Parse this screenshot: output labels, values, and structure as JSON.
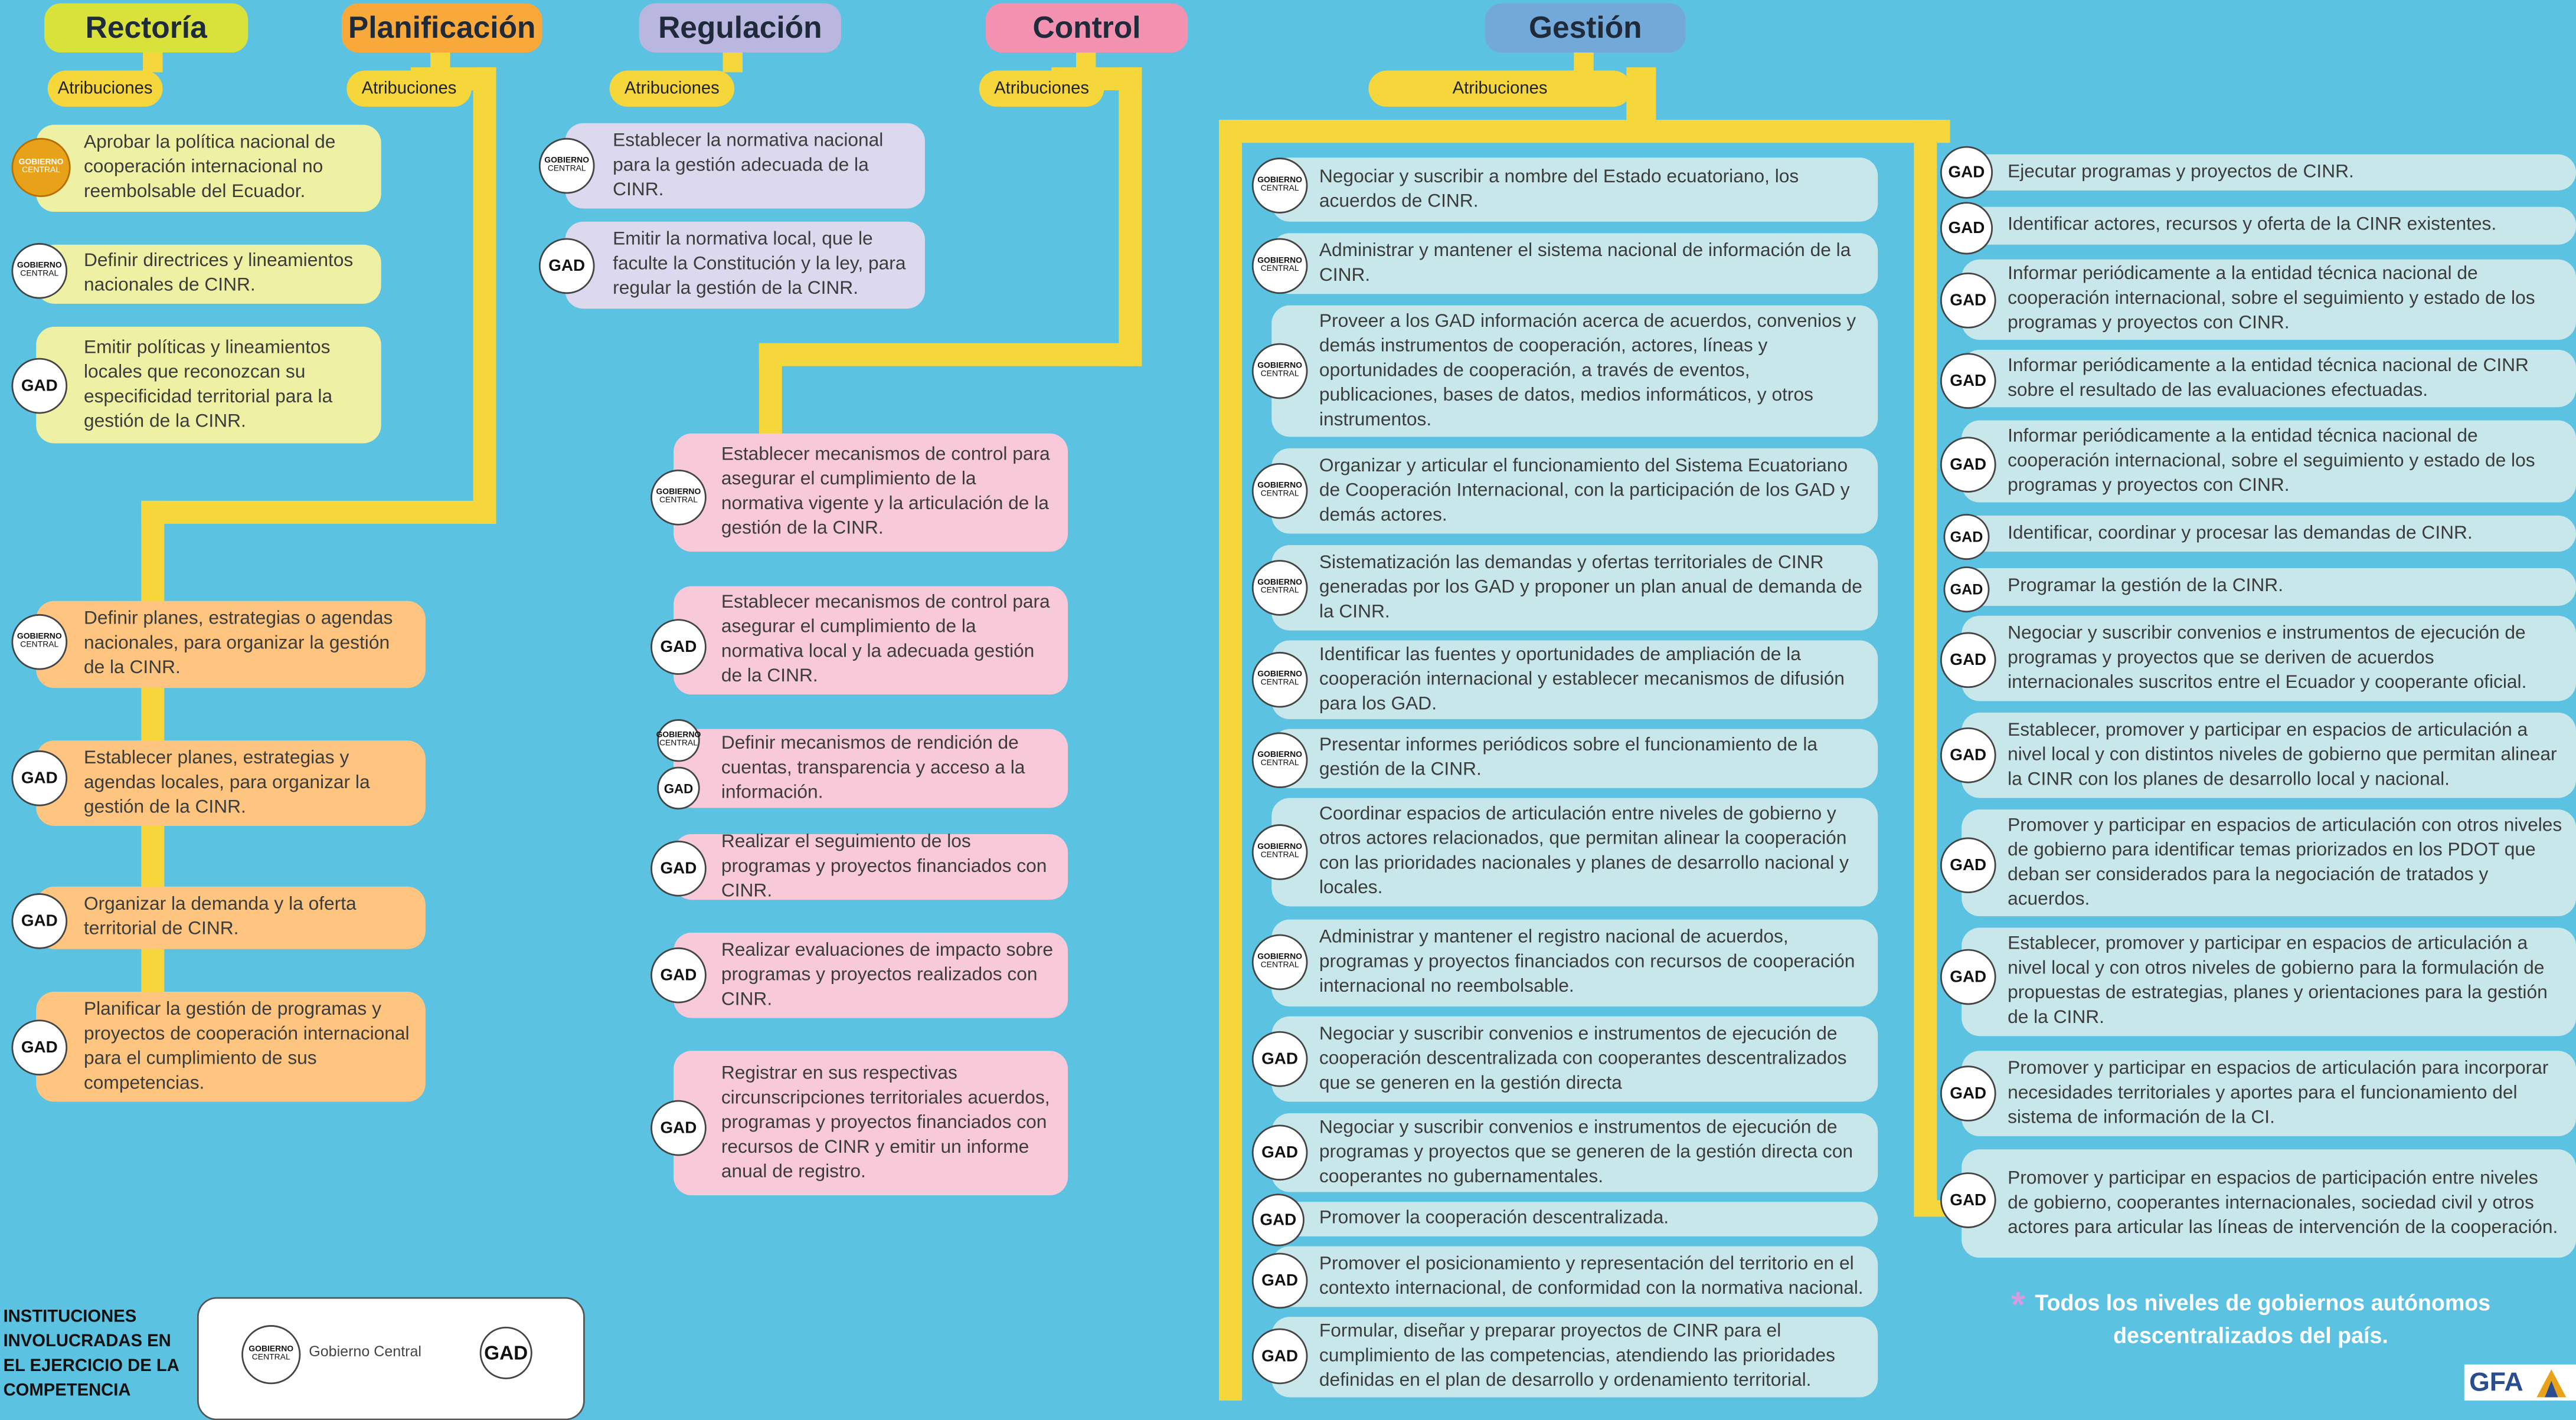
{
  "columns": {
    "rectoria": {
      "title": "Rectoría",
      "atribuciones": "Atribuciones"
    },
    "planificacion": {
      "title": "Planificación",
      "atribuciones": "Atribuciones"
    },
    "regulacion": {
      "title": "Regulación",
      "atribuciones": "Atribuciones"
    },
    "control": {
      "title": "Control",
      "atribuciones": "Atribuciones"
    },
    "gestion": {
      "title": "Gestión",
      "atribuciones": "Atribuciones"
    }
  },
  "badges": {
    "gad": "GAD",
    "gob_top": "GOBIERNO",
    "gob_bottom": "CENTRAL"
  },
  "rectoria_items": [
    {
      "actor": "Gobierno Central",
      "text": "Aprobar la política nacional de cooperación internacional no reembolsable del Ecuador."
    },
    {
      "actor": "Gobierno Central",
      "text": "Definir directrices y lineamientos nacionales de CINR."
    },
    {
      "actor": "GAD",
      "text": "Emitir políticas y lineamientos locales que reconozcan su especificidad territorial para la gestión de la CINR."
    }
  ],
  "planificacion_items": [
    {
      "actor": "Gobierno Central",
      "text": "Definir planes, estrategias o agendas nacionales, para organizar la gestión de la CINR."
    },
    {
      "actor": "GAD",
      "text": "Establecer planes, estrategias y agendas locales, para organizar la gestión de la CINR."
    },
    {
      "actor": "GAD",
      "text": "Organizar la demanda y la oferta territorial de CINR."
    },
    {
      "actor": "GAD",
      "text": "Planificar la gestión de programas y proyectos de cooperación internacional para el cumplimiento de sus competencias."
    }
  ],
  "regulacion_items": [
    {
      "actor": "Gobierno Central",
      "text": "Establecer la normativa nacional para la gestión adecuada de la CINR."
    },
    {
      "actor": "GAD",
      "text": "Emitir la normativa local, que le faculte la Constitución y la ley, para regular la gestión de la CINR."
    }
  ],
  "control_items": [
    {
      "actor": "Gobierno Central",
      "text": "Establecer mecanismos de control para asegurar el cumplimiento de la normativa vigente y la articulación de la gestión de la CINR."
    },
    {
      "actor": "GAD",
      "text": "Establecer mecanismos de control para asegurar el cumplimiento de la normativa local  y la adecuada gestión de la CINR."
    },
    {
      "actor": "Gobierno Central y GAD",
      "text": "Definir mecanismos de rendición de cuentas, transparencia y acceso a la información."
    },
    {
      "actor": "GAD",
      "text": "Realizar el seguimiento de los programas y proyectos financiados con CINR."
    },
    {
      "actor": "GAD",
      "text": "Realizar evaluaciones de impacto sobre programas y proyectos realizados con CINR."
    },
    {
      "actor": "GAD",
      "text": "Registrar en sus respectivas circunscripciones territoriales acuerdos, programas y proyectos financiados con recursos de CINR y emitir un informe anual de registro."
    }
  ],
  "gestion_left_items": [
    {
      "actor": "Gobierno Central",
      "text": "Negociar y suscribir a nombre del Estado ecuatoriano, los acuerdos de CINR."
    },
    {
      "actor": "Gobierno Central",
      "text": "Administrar y mantener el sistema nacional de información de la CINR."
    },
    {
      "actor": "Gobierno Central",
      "text": "Proveer a los GAD información acerca de acuerdos, convenios y demás instrumentos de cooperación, actores, líneas y oportunidades de cooperación, a través de eventos, publicaciones, bases de datos, medios informáticos, y otros instrumentos."
    },
    {
      "actor": "Gobierno Central",
      "text": "Organizar y articular el funcionamiento del Sistema Ecuatoriano de Cooperación Internacional, con la participación de los GAD y demás actores."
    },
    {
      "actor": "Gobierno Central",
      "text": "Sistematización las demandas y ofertas territoriales de CINR generadas por los GAD y proponer un plan anual de demanda de la CINR."
    },
    {
      "actor": "Gobierno Central",
      "text": "Identificar las fuentes y oportunidades de ampliación de la cooperación internacional y establecer mecanismos de difusión para los GAD."
    },
    {
      "actor": "Gobierno Central",
      "text": "Presentar informes periódicos sobre el funcionamiento de la gestión de la CINR."
    },
    {
      "actor": "Gobierno Central",
      "text": "Coordinar espacios de articulación entre niveles de gobierno y otros actores relacionados, que permitan alinear la cooperación con las prioridades nacionales y planes de desarrollo nacional y locales."
    },
    {
      "actor": "Gobierno Central",
      "text": "Administrar y mantener el registro nacional de acuerdos, programas y proyectos financiados con recursos de cooperación internacional no reembolsable."
    },
    {
      "actor": "GAD",
      "text": "Negociar y suscribir convenios e instrumentos de ejecución de cooperación descentralizada con cooperantes descentralizados que se generen en la gestión directa"
    },
    {
      "actor": "GAD",
      "text": "Negociar y suscribir convenios e instrumentos de ejecución de programas y proyectos que se generen de la gestión directa con cooperantes no gubernamentales."
    },
    {
      "actor": "GAD",
      "text": "Promover la cooperación descentralizada."
    },
    {
      "actor": "GAD",
      "text": "Promover el posicionamiento y representación del territorio en el contexto internacional, de conformidad con la normativa nacional."
    },
    {
      "actor": "GAD",
      "text": "Formular, diseñar y preparar proyectos de CINR para el cumplimiento de las competencias, atendiendo las prioridades definidas en el plan de desarrollo y ordenamiento territorial."
    }
  ],
  "gestion_right_items": [
    {
      "actor": "GAD",
      "text": "Ejecutar programas y proyectos de CINR."
    },
    {
      "actor": "GAD",
      "text": "Identificar actores, recursos y oferta de la CINR existentes."
    },
    {
      "actor": "GAD",
      "text": "Informar periódicamente a la entidad técnica nacional de cooperación internacional, sobre el seguimiento y estado de los programas y proyectos con CINR."
    },
    {
      "actor": "GAD",
      "text": "Informar periódicamente a la entidad técnica nacional de CINR sobre el resultado de las evaluaciones efectuadas."
    },
    {
      "actor": "GAD",
      "text": "Informar periódicamente a la entidad técnica nacional de cooperación internacional, sobre el seguimiento y estado de los programas y proyectos con CINR."
    },
    {
      "actor": "GAD",
      "text": "Identificar, coordinar y procesar las demandas de CINR."
    },
    {
      "actor": "GAD",
      "text": "Programar la gestión de la CINR."
    },
    {
      "actor": "GAD",
      "text": "Negociar y suscribir convenios e instrumentos de ejecución de programas y proyectos que se deriven de acuerdos internacionales suscritos entre el Ecuador y cooperante oficial."
    },
    {
      "actor": "GAD",
      "text": "Establecer, promover y participar en espacios de articulación a nivel local y con distintos niveles de gobierno que permitan alinear la CINR con los planes de desarrollo local y nacional."
    },
    {
      "actor": "GAD",
      "text": "Promover y participar en espacios de articulación con otros niveles de gobierno para identificar temas priorizados en los PDOT que deban ser considerados para la negociación de tratados y acuerdos."
    },
    {
      "actor": "GAD",
      "text": "Establecer, promover y participar en espacios de articulación a nivel local y con otros niveles de gobierno para la formulación de propuestas de estrategias, planes y orientaciones para la gestión de la CINR."
    },
    {
      "actor": "GAD",
      "text": "Promover y participar en espacios de articulación para incorporar necesidades territoriales y aportes para el funcionamiento del sistema de información de la CI."
    },
    {
      "actor": "GAD",
      "text": "Promover y participar en espacios de participación entre niveles de gobierno, cooperantes internacionales, sociedad civil y otros actores para articular las líneas de intervención de la cooperación."
    }
  ],
  "note": {
    "asterisk": "*",
    "line1": "Todos los niveles de gobiernos autónomos",
    "line2": "descentralizados del país."
  },
  "legend": {
    "title": "INSTITUCIONES INVOLUCRADAS EN EL EJERCICIO DE LA COMPETENCIA",
    "gob_label": "Gobierno Central",
    "gad_label": "GAD"
  },
  "logo": {
    "text": "GFA"
  },
  "colors": {
    "background": "#5bc2e2",
    "connector": "#f6d73b",
    "rectoria": "#eef0a3",
    "planificacion": "#fdc580",
    "regulacion": "#dcd9ee",
    "control": "#f7c9d9",
    "gestion": "#c8e7ea"
  }
}
